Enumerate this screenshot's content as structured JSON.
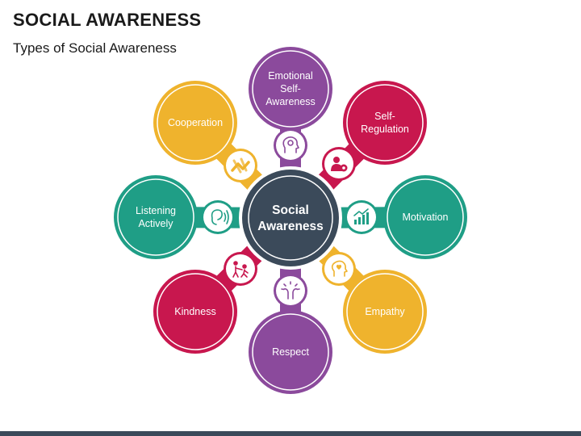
{
  "title": "SOCIAL AWARENESS",
  "subtitle": "Types of Social Awareness",
  "center": {
    "lines": [
      "Social",
      "Awareness"
    ],
    "color": "#3b4a5a"
  },
  "nodes": [
    {
      "key": "emotional",
      "lines": [
        "Emotional",
        "Self-",
        "Awareness"
      ],
      "color": "#8b4a9c",
      "icon": "brain-head-icon"
    },
    {
      "key": "self-regulation",
      "lines": [
        "Self-",
        "Regulation"
      ],
      "color": "#c8174e",
      "icon": "person-settings-icon"
    },
    {
      "key": "motivation",
      "lines": [
        "Motivation"
      ],
      "color": "#1f9e86",
      "icon": "growth-chart-icon"
    },
    {
      "key": "empathy",
      "lines": [
        "Empathy"
      ],
      "color": "#efb32d",
      "icon": "head-heart-icon"
    },
    {
      "key": "respect",
      "lines": [
        "Respect"
      ],
      "color": "#8b4a9c",
      "icon": "bowing-hands-icon"
    },
    {
      "key": "kindness",
      "lines": [
        "Kindness"
      ],
      "color": "#c8174e",
      "icon": "helping-people-icon"
    },
    {
      "key": "listening",
      "lines": [
        "Listening",
        "Actively"
      ],
      "color": "#1f9e86",
      "icon": "listening-ear-icon"
    },
    {
      "key": "cooperation",
      "lines": [
        "Cooperation"
      ],
      "color": "#efb32d",
      "icon": "team-hands-icon"
    }
  ]
}
